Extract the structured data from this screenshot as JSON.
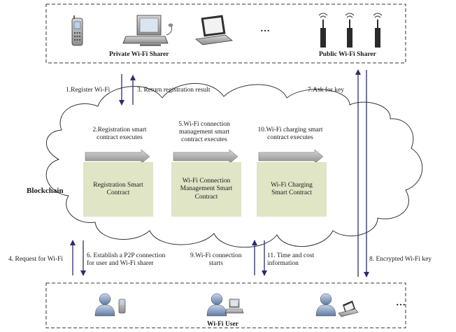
{
  "top_group": {
    "private_label": "Private Wi-Fi Sharer",
    "public_label": "Public Wi-Fi Sharer",
    "ellipsis": "…"
  },
  "blockchain": {
    "label": "Blockchain",
    "contracts": [
      {
        "label": "Registration Smart\nContract",
        "exec": "2.Registration smart\ncontract executes"
      },
      {
        "label": "Wi-Fi Connection\nManagement Smart\nContract",
        "exec": "5.Wi-Fi connection\nmanagement smart\ncontract executes"
      },
      {
        "label": "Wi-Fi Charging\nSmart Contract",
        "exec": "10.Wi-Fi charging smart\ncontract executes"
      }
    ]
  },
  "steps": {
    "s1": "1.Register Wi-Fi",
    "s3": "3. Return registration result",
    "s7": "7.Ask for key",
    "s4": "4. Request for Wi-Fi",
    "s6": "6. Establish a P2P connection\nfor user and Wi-Fi sharer",
    "s9": "9.Wi-Fi connection\nstarts",
    "s11": "11. Time and cost\ninformation",
    "s8": "8. Encrypted Wi-Fi key"
  },
  "bottom_group": {
    "user_label": "Wi-Fi User",
    "ellipsis": "…"
  },
  "colors": {
    "arrow": "#2c2c6e",
    "contract_fill": "#dfe5c5",
    "cloud_stroke": "#333333"
  }
}
